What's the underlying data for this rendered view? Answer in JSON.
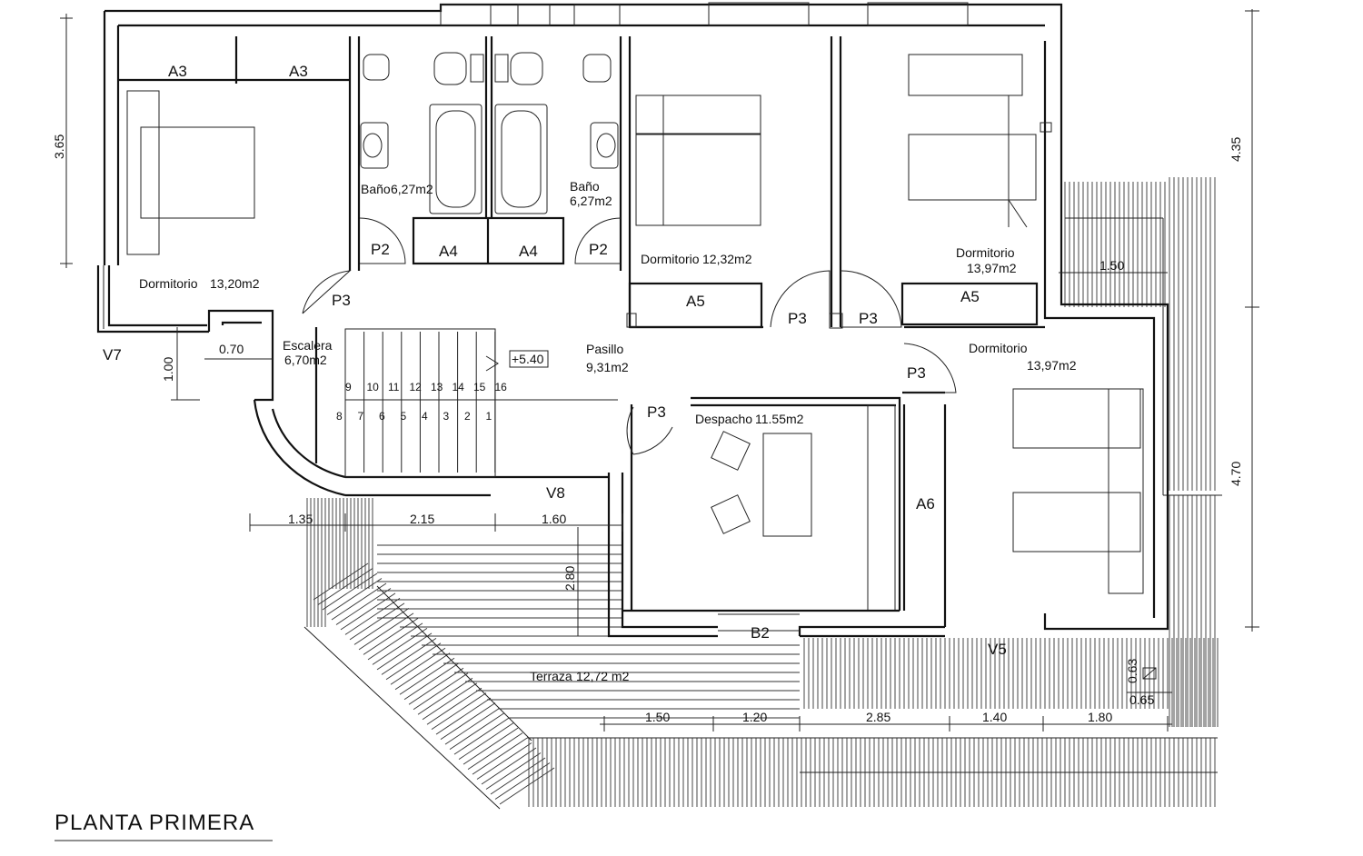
{
  "title": "PLANTA PRIMERA",
  "rooms": [
    {
      "id": "dorm1",
      "name": "Dormitorio",
      "area": "13,20m2"
    },
    {
      "id": "bano1",
      "name": "Baño",
      "area": "6,27m2"
    },
    {
      "id": "bano2",
      "name": "Baño",
      "area": "6,27m2"
    },
    {
      "id": "dorm2",
      "name": "Dormitorio",
      "area": "12,32m2"
    },
    {
      "id": "dorm3",
      "name": "Dormitorio",
      "area": "13,97m2"
    },
    {
      "id": "dorm4",
      "name": "Dormitorio",
      "area": "13,97m2"
    },
    {
      "id": "escalera",
      "name": "Escalera",
      "area": "6,70m2"
    },
    {
      "id": "pasillo",
      "name": "Pasillo",
      "area": "9,31m2"
    },
    {
      "id": "despacho",
      "name": "Despacho",
      "area": "11.55m2"
    },
    {
      "id": "terraza",
      "name": "Terraza",
      "area": "12,72 m2"
    }
  ],
  "codes": {
    "a3": "A3",
    "a4": "A4",
    "a5": "A5",
    "a6": "A6",
    "p2": "P2",
    "p3": "P3",
    "v5": "V5",
    "v7": "V7",
    "v8": "V8",
    "b2": "B2"
  },
  "level": "+5.40",
  "stair_steps_top": [
    "9",
    "10",
    "11",
    "12",
    "13",
    "14",
    "15",
    "16"
  ],
  "stair_steps_bottom": [
    "8",
    "7",
    "6",
    "5",
    "4",
    "3",
    "2",
    "1"
  ],
  "dimensions": {
    "h_365": "3.65",
    "h_435": "4.35",
    "h_470": "4.70",
    "h_100": "1.00",
    "w_070": "0.70",
    "w_135": "1.35",
    "w_215": "2.15",
    "w_160": "1.60",
    "h_280": "2.80",
    "w_150a": "1.50",
    "w_150b": "1.50",
    "w_120": "1.20",
    "w_285": "2.85",
    "w_140": "1.40",
    "w_180": "1.80",
    "w_065": "0.65",
    "h_063": "0.63"
  }
}
